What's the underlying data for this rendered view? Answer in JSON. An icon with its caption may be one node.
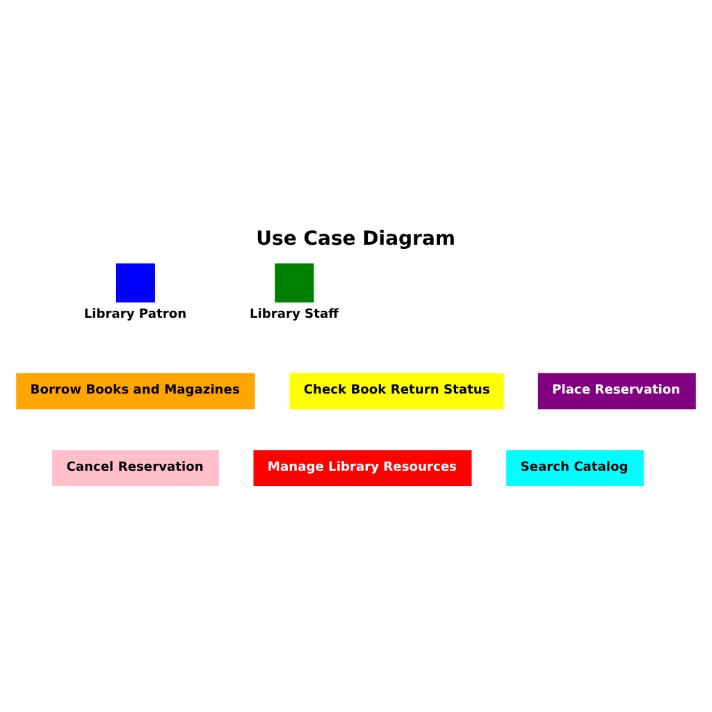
{
  "diagram": {
    "title": "Use Case Diagram",
    "nodes": [
      {
        "text": [
          "Library Patron"
        ]
      },
      {
        "text": [
          "Library Staff"
        ]
      },
      {
        "text": [
          "Borrow Books and Magazines"
        ]
      },
      {
        "text": [
          "Check Book Return Status"
        ]
      },
      {
        "text": [
          "Place Reservation"
        ]
      },
      {
        "text": [
          "Cancel Reservation"
        ]
      },
      {
        "text": [
          "Manage Library Resources"
        ]
      },
      {
        "text": [
          "Search Catalog"
        ]
      }
    ],
    "edges": []
  }
}
